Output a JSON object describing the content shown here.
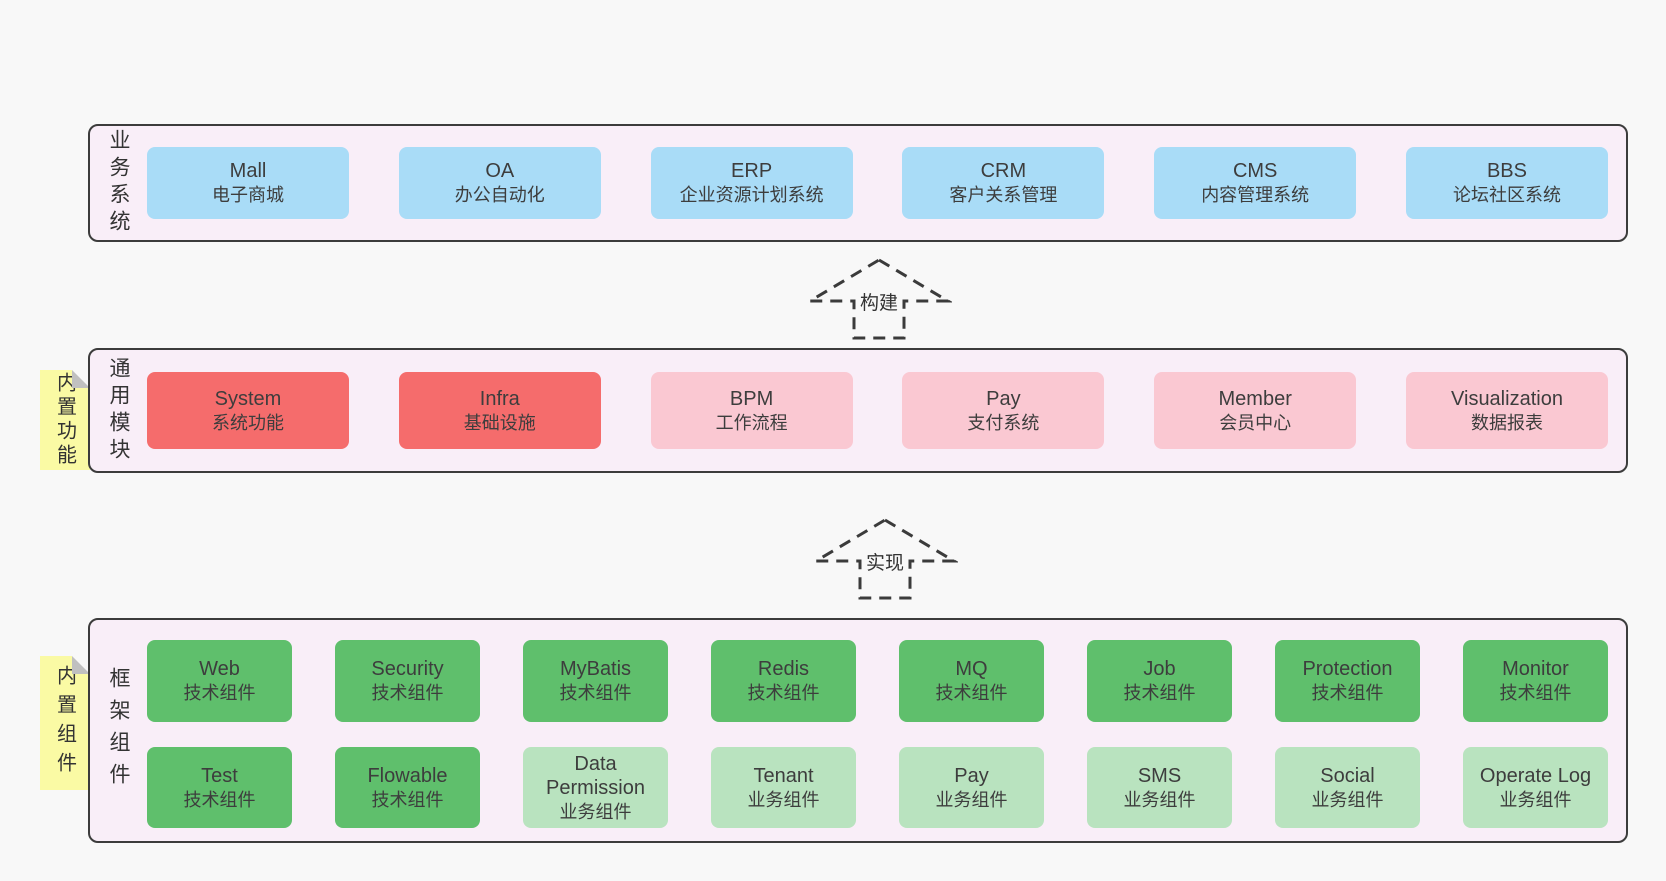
{
  "colors": {
    "page_bg": "#f8f8f8",
    "panel_bg": "#f9eef8",
    "panel_border": "#3c3c3c",
    "blue": "#a9dcf7",
    "red": "#f56c6c",
    "pink": "#fac8d2",
    "green": "#5fbf6c",
    "light_green": "#b9e3bf",
    "note_yellow": "#fafaa4",
    "note_fold": "#c0c0c0",
    "text": "#3d3d3d",
    "arrow": "#3b3b3b"
  },
  "sections": {
    "business": {
      "label": "业务系统",
      "boxes": [
        {
          "name": "Mall",
          "desc": "电子商城"
        },
        {
          "name": "OA",
          "desc": "办公自动化"
        },
        {
          "name": "ERP",
          "desc": "企业资源计划系统"
        },
        {
          "name": "CRM",
          "desc": "客户关系管理"
        },
        {
          "name": "CMS",
          "desc": "内容管理系统"
        },
        {
          "name": "BBS",
          "desc": "论坛社区系统"
        }
      ]
    },
    "modules": {
      "label": "通用模块",
      "note": "内置功能",
      "boxes": [
        {
          "name": "System",
          "desc": "系统功能",
          "variant": "red"
        },
        {
          "name": "Infra",
          "desc": "基础设施",
          "variant": "red"
        },
        {
          "name": "BPM",
          "desc": "工作流程",
          "variant": "pink"
        },
        {
          "name": "Pay",
          "desc": "支付系统",
          "variant": "pink"
        },
        {
          "name": "Member",
          "desc": "会员中心",
          "variant": "pink"
        },
        {
          "name": "Visualization",
          "desc": "数据报表",
          "variant": "pink"
        }
      ]
    },
    "framework": {
      "label": "框架组件",
      "note": "内置组件",
      "row1": [
        {
          "name": "Web",
          "desc": "技术组件",
          "variant": "green"
        },
        {
          "name": "Security",
          "desc": "技术组件",
          "variant": "green"
        },
        {
          "name": "MyBatis",
          "desc": "技术组件",
          "variant": "green"
        },
        {
          "name": "Redis",
          "desc": "技术组件",
          "variant": "green"
        },
        {
          "name": "MQ",
          "desc": "技术组件",
          "variant": "green"
        },
        {
          "name": "Job",
          "desc": "技术组件",
          "variant": "green"
        },
        {
          "name": "Protection",
          "desc": "技术组件",
          "variant": "green"
        },
        {
          "name": "Monitor",
          "desc": "技术组件",
          "variant": "green"
        }
      ],
      "row2": [
        {
          "name": "Test",
          "desc": "技术组件",
          "variant": "green"
        },
        {
          "name": "Flowable",
          "desc": "技术组件",
          "variant": "green"
        },
        {
          "name": "Data Permission",
          "desc": "业务组件",
          "variant": "light-green"
        },
        {
          "name": "Tenant",
          "desc": "业务组件",
          "variant": "light-green"
        },
        {
          "name": "Pay",
          "desc": "业务组件",
          "variant": "light-green"
        },
        {
          "name": "SMS",
          "desc": "业务组件",
          "variant": "light-green"
        },
        {
          "name": "Social",
          "desc": "业务组件",
          "variant": "light-green"
        },
        {
          "name": "Operate Log",
          "desc": "业务组件",
          "variant": "light-green"
        }
      ]
    }
  },
  "arrows": [
    {
      "label": "构建"
    },
    {
      "label": "实现"
    }
  ]
}
